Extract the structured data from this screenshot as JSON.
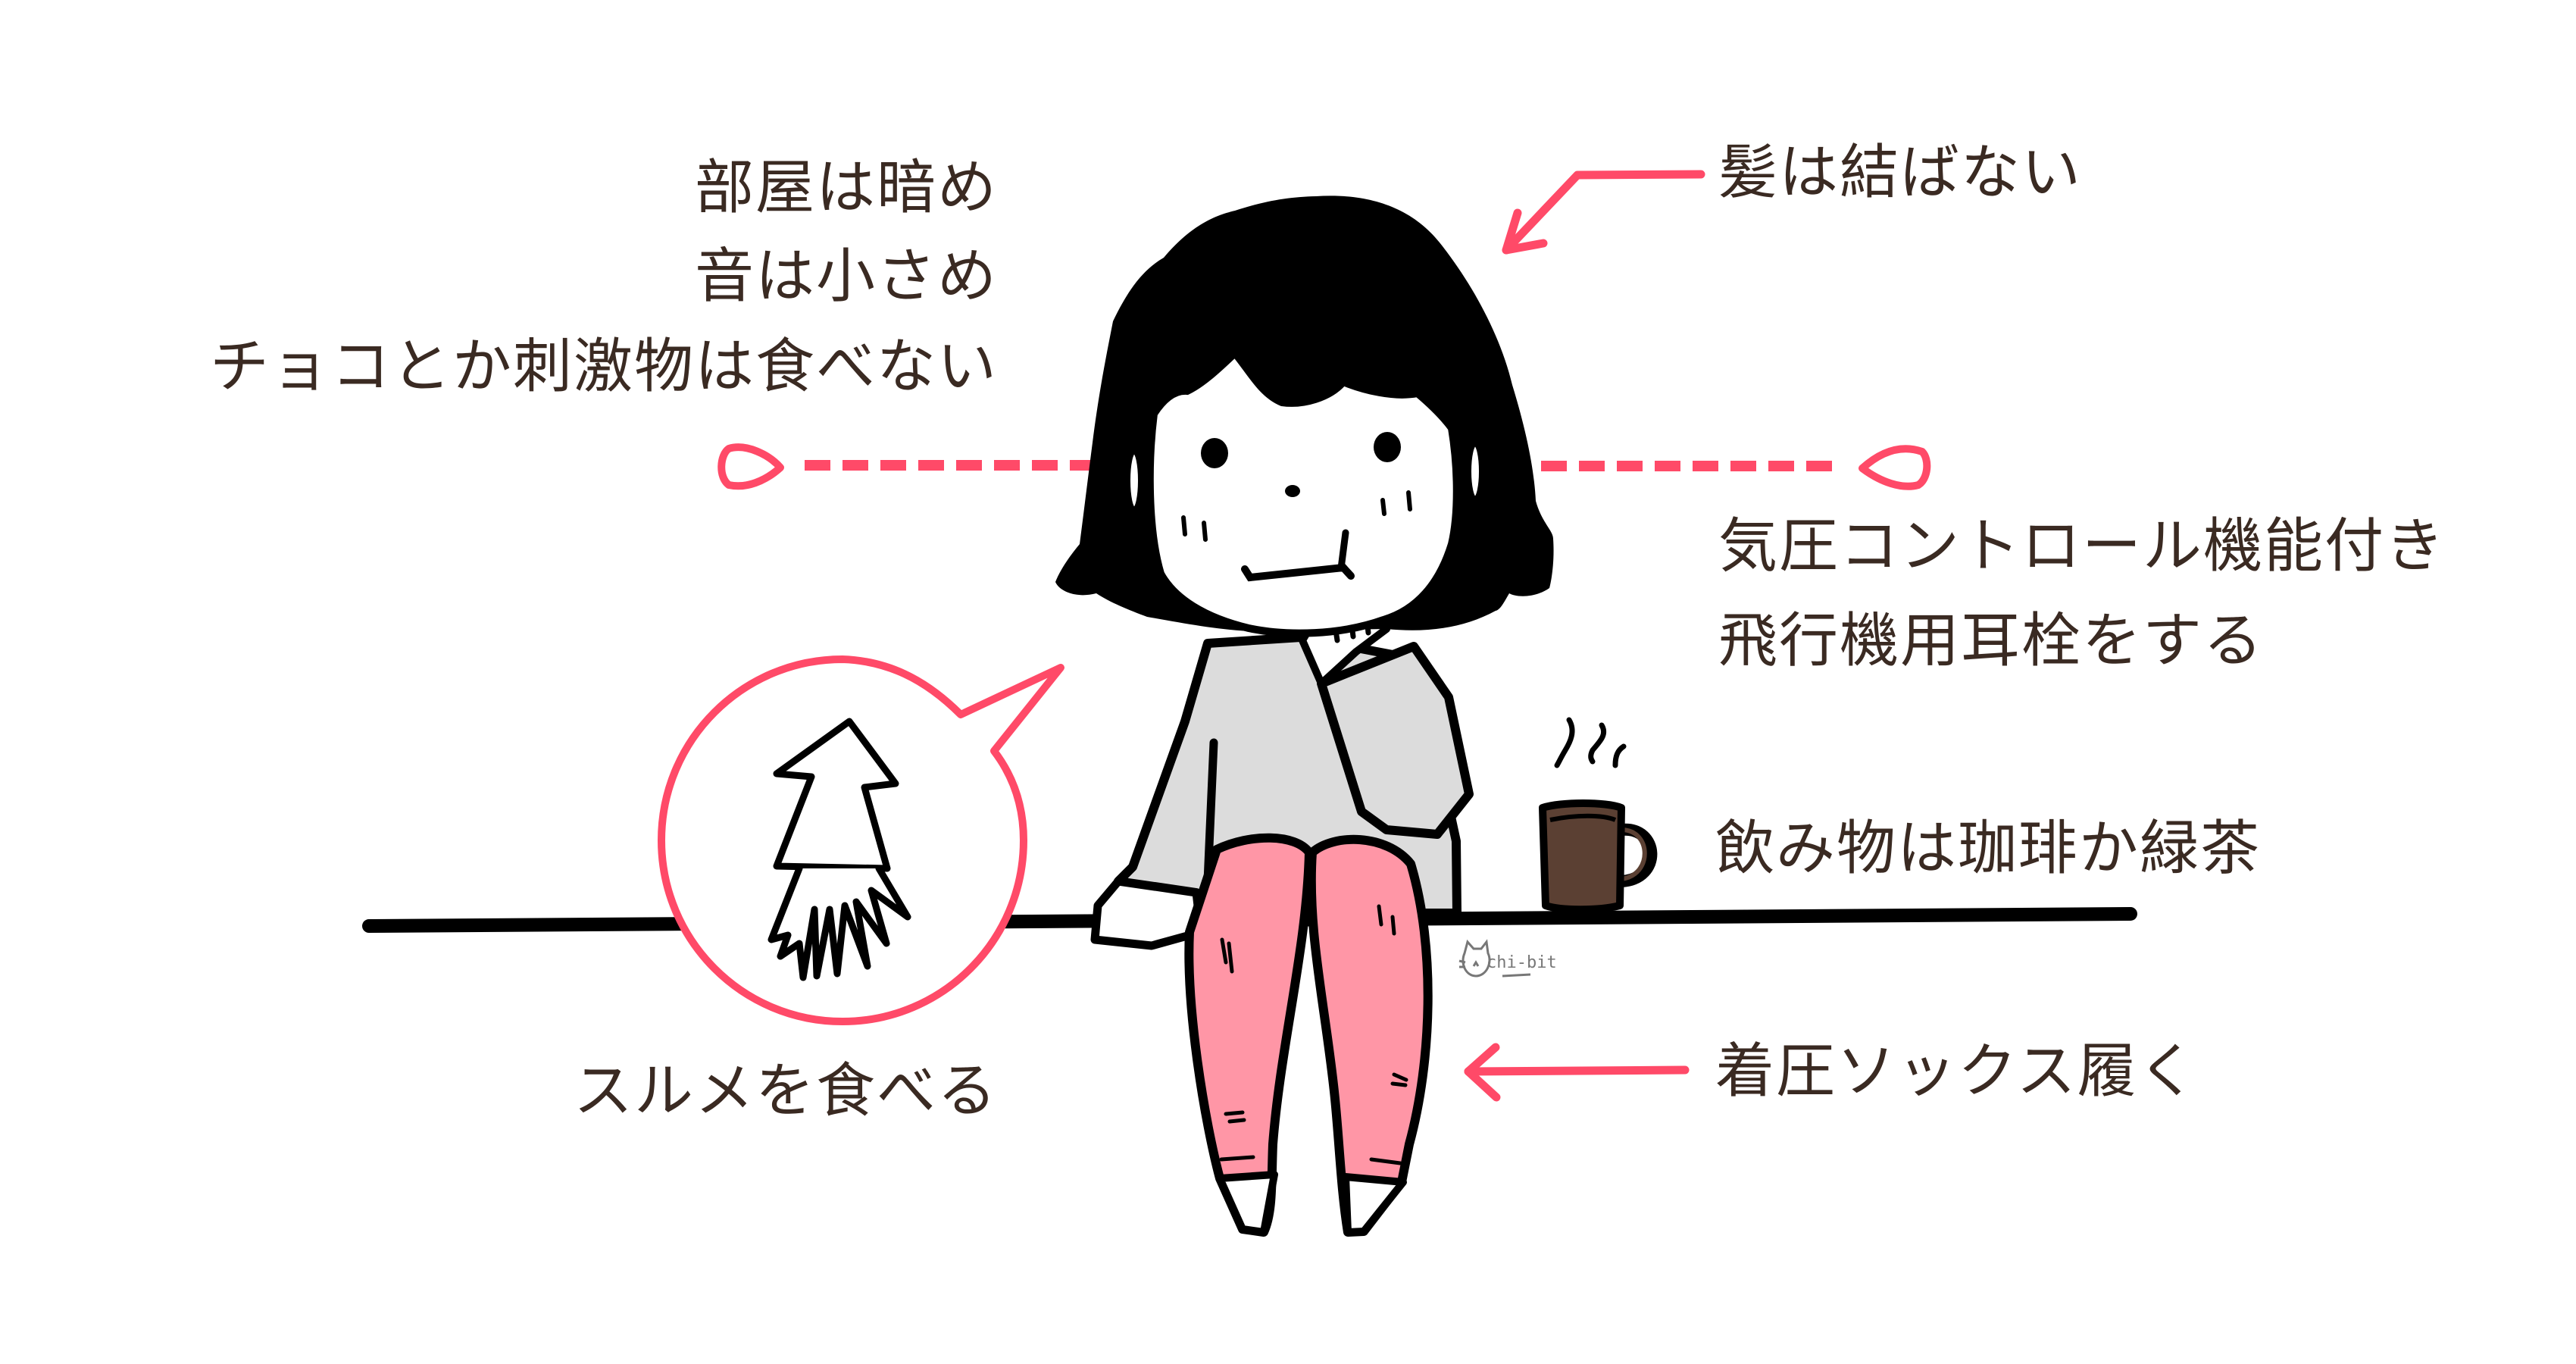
{
  "colors": {
    "text": "#3a2a22",
    "accent_red": "#ff4a68",
    "ink": "#000000",
    "sweater_grey": "#dcdcdc",
    "socks_pink": "#ff96a6",
    "mug_brown": "#5b4033",
    "watermark_grey": "#777777"
  },
  "annotations": {
    "left_top": {
      "line1": "部屋は暗め",
      "line2": "音は小さめ",
      "line3": "チョコとか刺激物は食べない"
    },
    "hair": "髪は結ばない",
    "earplugs": {
      "line1": "気圧コントロール機能付き",
      "line2": "飛行機用耳栓をする"
    },
    "drink": "飲み物は珈琲か緑茶",
    "socks": "着圧ソックス履く",
    "snack": "スルメを食べる"
  },
  "icons": {
    "earplug_left": "earplug-icon",
    "earplug_right": "earplug-icon",
    "speech_bubble": "speech-bubble-icon",
    "squid": "dried-squid-icon",
    "mug": "coffee-mug-icon",
    "steam": "steam-icon",
    "arrows": "arrow-icon"
  },
  "watermark": {
    "text": "chi-bit",
    "icon": "cat-face-icon"
  }
}
